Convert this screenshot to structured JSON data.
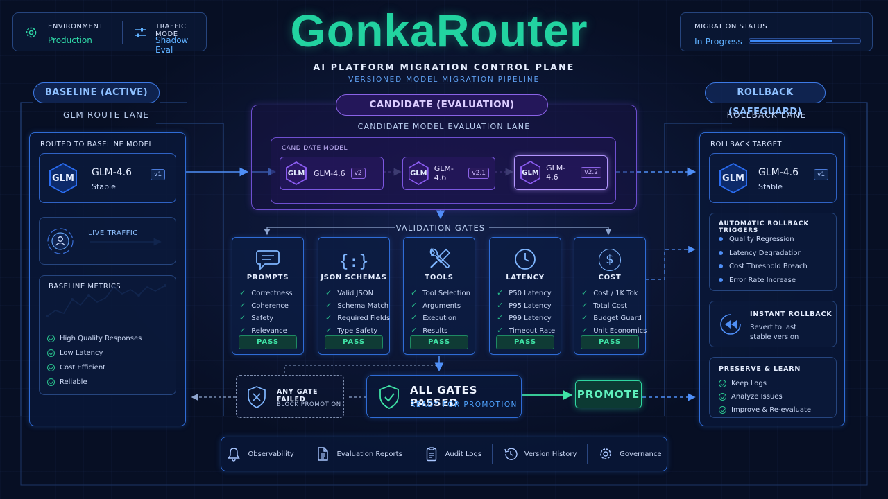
{
  "title": "GonkaRouter",
  "subtitle": "AI PLATFORM MIGRATION CONTROL PLANE",
  "pipeline_label": "VERSIONED MODEL MIGRATION PIPELINE",
  "environment": {
    "label": "ENVIRONMENT",
    "value": "Production"
  },
  "traffic_mode": {
    "label": "TRAFFIC MODE",
    "value": "Shadow Eval"
  },
  "migration_status": {
    "label": "MIGRATION STATUS",
    "value": "In Progress",
    "progress": 0.75
  },
  "baseline": {
    "pill": "BASELINE (ACTIVE)",
    "lane": "GLM ROUTE LANE",
    "routed_label": "ROUTED TO BASELINE MODEL",
    "model": {
      "badge": "GLM",
      "name": "GLM-4.6",
      "version": "v1",
      "status": "Stable"
    },
    "live_traffic": "LIVE TRAFFIC",
    "metrics_label": "BASELINE METRICS",
    "metrics": [
      "High Quality Responses",
      "Low Latency",
      "Cost Efficient",
      "Reliable"
    ]
  },
  "candidate": {
    "pill": "CANDIDATE (EVALUATION)",
    "lane": "CANDIDATE MODEL EVALUATION LANE",
    "model_label": "CANDIDATE MODEL",
    "models": [
      {
        "badge": "GLM",
        "name": "GLM-4.6",
        "version": "v2"
      },
      {
        "badge": "GLM",
        "name": "GLM-4.6",
        "version": "v2.1"
      },
      {
        "badge": "GLM",
        "name": "GLM-4.6",
        "version": "v2.2"
      }
    ]
  },
  "validation": {
    "label": "VALIDATION GATES",
    "gates": [
      {
        "name": "PROMPTS",
        "icon": "chat-icon",
        "items": [
          "Correctness",
          "Coherence",
          "Safety",
          "Relevance"
        ],
        "result": "PASS"
      },
      {
        "name": "JSON SCHEMAS",
        "icon": "braces-icon",
        "glyph": "{:}",
        "items": [
          "Valid JSON",
          "Schema Match",
          "Required Fields",
          "Type Safety"
        ],
        "result": "PASS"
      },
      {
        "name": "TOOLS",
        "icon": "tools-icon",
        "items": [
          "Tool Selection",
          "Arguments",
          "Execution",
          "Results"
        ],
        "result": "PASS"
      },
      {
        "name": "LATENCY",
        "icon": "clock-icon",
        "items": [
          "P50 Latency",
          "P95 Latency",
          "P99 Latency",
          "Timeout Rate"
        ],
        "result": "PASS"
      },
      {
        "name": "COST",
        "icon": "dollar-icon",
        "glyph": "$",
        "items": [
          "Cost / 1K Tok",
          "Total Cost",
          "Budget Guard",
          "Unit Economics"
        ],
        "result": "PASS"
      }
    ]
  },
  "any_gate_failed": {
    "title": "ANY GATE FAILED",
    "sub": "BLOCK PROMOTION"
  },
  "all_gates_passed": {
    "title": "ALL GATES PASSED",
    "sub": "READY FOR PROMOTION"
  },
  "promote": "PROMOTE",
  "rollback": {
    "pill": "ROLLBACK (SAFEGUARD)",
    "lane": "ROLLBACK LANE",
    "target_label": "ROLLBACK TARGET",
    "model": {
      "badge": "GLM",
      "name": "GLM-4.6",
      "version": "v1",
      "status": "Stable"
    },
    "triggers_label": "AUTOMATIC ROLLBACK TRIGGERS",
    "triggers": [
      "Quality Regression",
      "Latency Degradation",
      "Cost Threshold Breach",
      "Error Rate Increase"
    ],
    "instant_label": "INSTANT ROLLBACK",
    "instant_sub": [
      "Revert to last",
      "stable version"
    ],
    "preserve_label": "PRESERVE & LEARN",
    "preserve": [
      "Keep Logs",
      "Analyze Issues",
      "Improve & Re-evaluate"
    ]
  },
  "footer": [
    {
      "label": "Observability",
      "icon": "bell-icon"
    },
    {
      "label": "Evaluation Reports",
      "icon": "document-icon"
    },
    {
      "label": "Audit Logs",
      "icon": "clipboard-icon"
    },
    {
      "label": "Version History",
      "icon": "history-icon"
    },
    {
      "label": "Governance",
      "icon": "gear-icon"
    }
  ],
  "colors": {
    "accent_green": "#22d3a0",
    "accent_blue": "#2f6cd6",
    "accent_purple": "#8a5cf0",
    "background": "#070f24"
  }
}
